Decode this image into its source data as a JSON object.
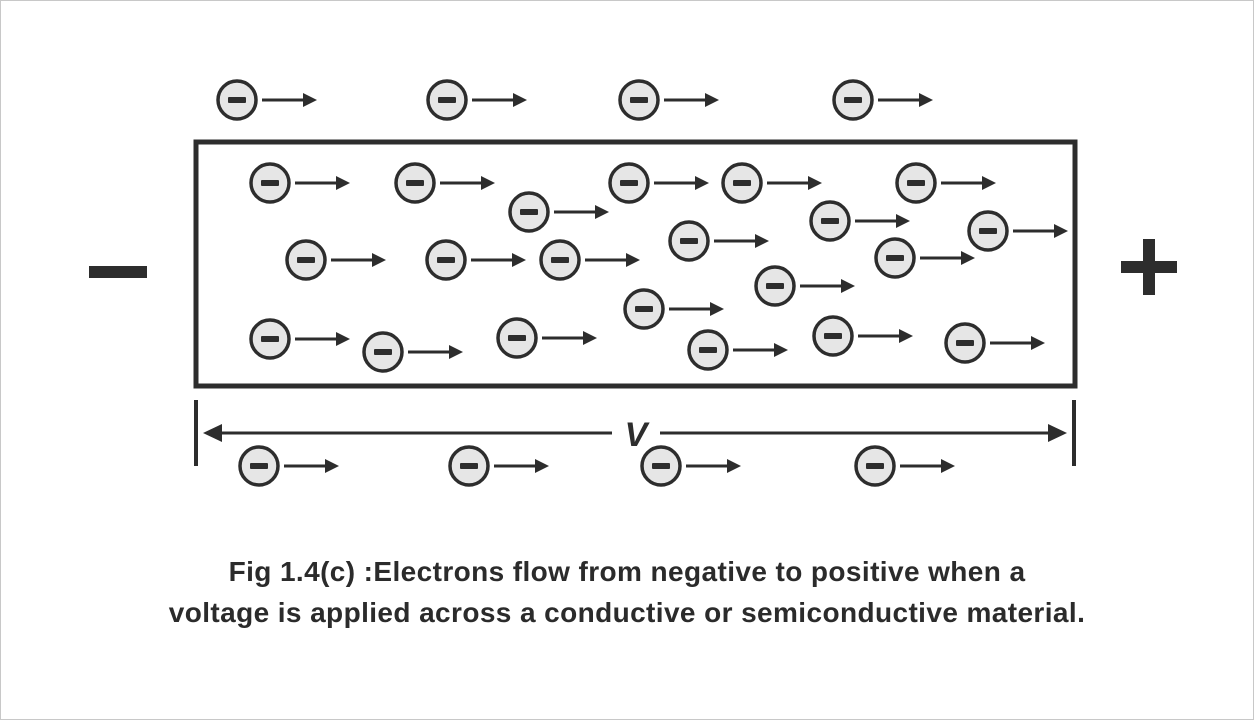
{
  "diagram": {
    "terminals": {
      "negative_symbol": "−",
      "positive_symbol": "+"
    },
    "voltage_label": "V",
    "electron_icon": "minus-in-circle",
    "arrow_direction": "negative-to-positive",
    "colors": {
      "stroke": "#2d2d2d",
      "electron_fill": "#e6e6e6",
      "background": "#ffffff"
    }
  },
  "caption": {
    "line1": "Fig 1.4(c)  :Electrons flow from negative to positive when a",
    "line2": "voltage is applied across a conductive or semiconductive material."
  }
}
